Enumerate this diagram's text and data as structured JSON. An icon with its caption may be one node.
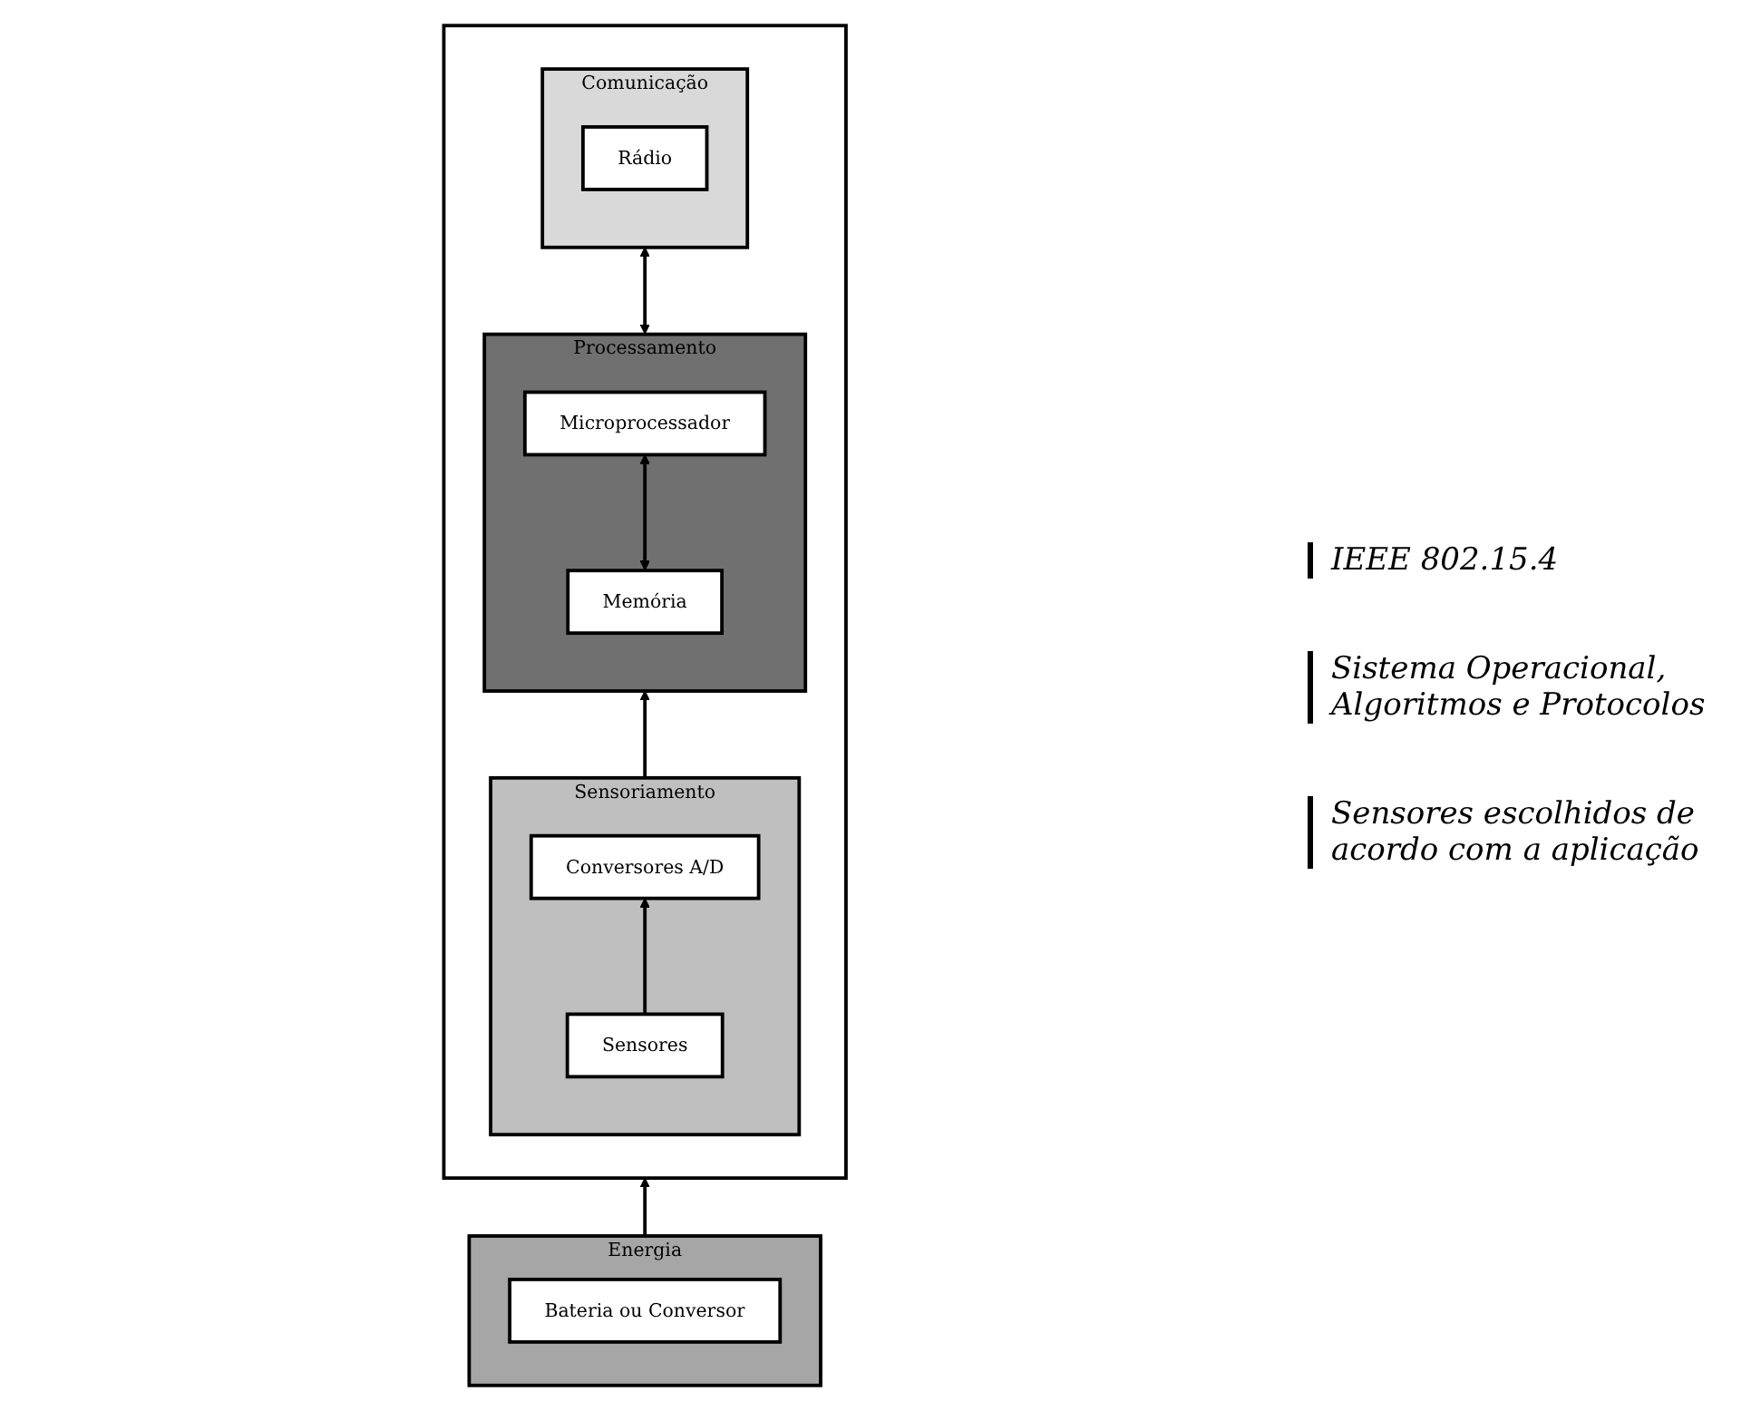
{
  "diagram": {
    "nodes": [
      {
        "text": [],
        "shape": "box"
      },
      {
        "text": [
          "Comunicação"
        ],
        "in": 0
      },
      {
        "text": [
          "Rádio"
        ],
        "in": 1
      },
      {
        "text": [
          "Processamento"
        ],
        "in": 0
      },
      {
        "text": [
          "Microprocessador"
        ],
        "in": 3
      },
      {
        "text": [
          "Memória"
        ],
        "in": 3
      },
      {
        "text": [
          "Sensoriamento"
        ],
        "in": 0
      },
      {
        "text": [
          "Conversores A/D"
        ],
        "in": 6
      },
      {
        "text": [
          "Sensores"
        ],
        "in": 6
      },
      {
        "text": [
          "Energia"
        ]
      },
      {
        "text": [
          "Bateria ou Conversor"
        ],
        "in": 9
      }
    ],
    "edges": [
      {
        "from": 3,
        "to": 1,
        "arrow": "both"
      },
      {
        "from": 5,
        "to": 4,
        "arrow": "both"
      },
      {
        "from": 6,
        "to": 3,
        "arrow": "to"
      },
      {
        "from": 8,
        "to": 7,
        "arrow": "to"
      },
      {
        "from": 9,
        "to": 0,
        "arrow": "to"
      }
    ],
    "labels": [
      "IEEE 802.15.4",
      "Sistema Operacional, Algoritmos e Protocolos",
      "Sensores escolhidos de acordo com a aplicação"
    ]
  }
}
